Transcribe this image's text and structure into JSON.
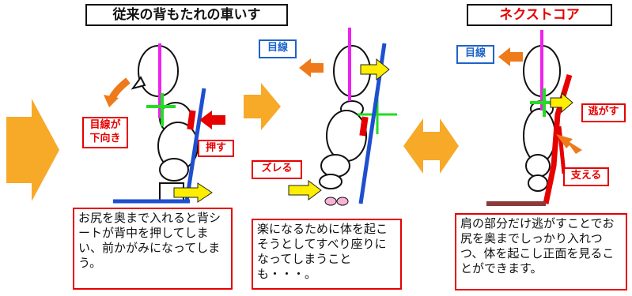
{
  "panel1": {
    "title": "従来の背もたれの車いす",
    "gaze_tag": "目線が\n下向き",
    "push_tag": "押す",
    "description": "お尻を奥まで入れると背シートが背中を押してしまい、前かがみになってしまう。"
  },
  "panel2": {
    "gaze_tag": "目線",
    "slip_tag": "ズレる",
    "description": "楽になるために体を起こそうとしてすべり座りになってしまうことも・・・。"
  },
  "panel3": {
    "title": "ネクストコア",
    "gaze_tag": "目線",
    "release_tag": "逃がす",
    "support_tag": "支える",
    "description": "肩の部分だけ逃がすことでお尻を奥までしっかり入れつつ、体を起こし正面を見ることができます。"
  },
  "colors": {
    "accent_red": "#e60000",
    "blue": "#1e63c8",
    "orange": "#f28a1c",
    "yellow": "#ffee00",
    "magenta": "#ee22ee",
    "green": "#22dd22"
  }
}
